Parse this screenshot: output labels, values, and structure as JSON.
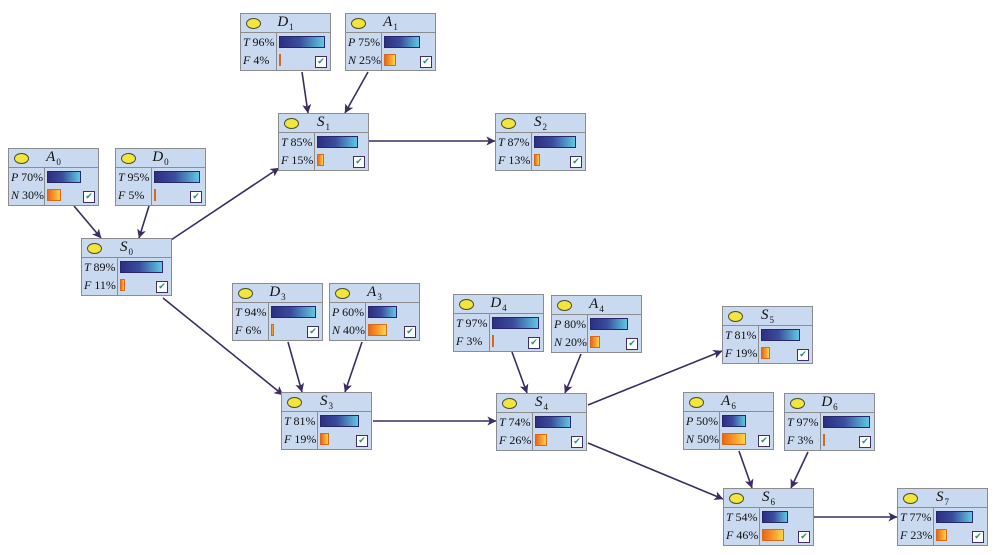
{
  "diagram": {
    "type": "bayesian-network",
    "nodes": [
      {
        "id": "D1",
        "letter": "D",
        "sub": "1",
        "states": [
          {
            "name": "T",
            "pct": 96
          },
          {
            "name": "F",
            "pct": 4
          }
        ]
      },
      {
        "id": "A1",
        "letter": "A",
        "sub": "1",
        "states": [
          {
            "name": "P",
            "pct": 75
          },
          {
            "name": "N",
            "pct": 25
          }
        ]
      },
      {
        "id": "S1",
        "letter": "S",
        "sub": "1",
        "states": [
          {
            "name": "T",
            "pct": 85
          },
          {
            "name": "F",
            "pct": 15
          }
        ]
      },
      {
        "id": "S2",
        "letter": "S",
        "sub": "2",
        "states": [
          {
            "name": "T",
            "pct": 87
          },
          {
            "name": "F",
            "pct": 13
          }
        ]
      },
      {
        "id": "A0",
        "letter": "A",
        "sub": "0",
        "states": [
          {
            "name": "P",
            "pct": 70
          },
          {
            "name": "N",
            "pct": 30
          }
        ]
      },
      {
        "id": "D0",
        "letter": "D",
        "sub": "0",
        "states": [
          {
            "name": "T",
            "pct": 95
          },
          {
            "name": "F",
            "pct": 5
          }
        ]
      },
      {
        "id": "S0",
        "letter": "S",
        "sub": "0",
        "states": [
          {
            "name": "T",
            "pct": 89
          },
          {
            "name": "F",
            "pct": 11
          }
        ]
      },
      {
        "id": "D3",
        "letter": "D",
        "sub": "3",
        "states": [
          {
            "name": "T",
            "pct": 94
          },
          {
            "name": "F",
            "pct": 6
          }
        ]
      },
      {
        "id": "A3",
        "letter": "A",
        "sub": "3",
        "states": [
          {
            "name": "P",
            "pct": 60
          },
          {
            "name": "N",
            "pct": 40
          }
        ]
      },
      {
        "id": "S3",
        "letter": "S",
        "sub": "3",
        "states": [
          {
            "name": "T",
            "pct": 81
          },
          {
            "name": "F",
            "pct": 19
          }
        ]
      },
      {
        "id": "D4",
        "letter": "D",
        "sub": "4",
        "states": [
          {
            "name": "T",
            "pct": 97
          },
          {
            "name": "F",
            "pct": 3
          }
        ]
      },
      {
        "id": "A4",
        "letter": "A",
        "sub": "4",
        "states": [
          {
            "name": "P",
            "pct": 80
          },
          {
            "name": "N",
            "pct": 20
          }
        ]
      },
      {
        "id": "S4",
        "letter": "S",
        "sub": "4",
        "states": [
          {
            "name": "T",
            "pct": 74
          },
          {
            "name": "F",
            "pct": 26
          }
        ]
      },
      {
        "id": "S5",
        "letter": "S",
        "sub": "5",
        "states": [
          {
            "name": "T",
            "pct": 81
          },
          {
            "name": "F",
            "pct": 19
          }
        ]
      },
      {
        "id": "A6",
        "letter": "A",
        "sub": "6",
        "states": [
          {
            "name": "P",
            "pct": 50
          },
          {
            "name": "N",
            "pct": 50
          }
        ]
      },
      {
        "id": "D6",
        "letter": "D",
        "sub": "6",
        "states": [
          {
            "name": "T",
            "pct": 97
          },
          {
            "name": "F",
            "pct": 3
          }
        ]
      },
      {
        "id": "S6",
        "letter": "S",
        "sub": "6",
        "states": [
          {
            "name": "T",
            "pct": 54
          },
          {
            "name": "F",
            "pct": 46
          }
        ]
      },
      {
        "id": "S7",
        "letter": "S",
        "sub": "7",
        "states": [
          {
            "name": "T",
            "pct": 77
          },
          {
            "name": "F",
            "pct": 23
          }
        ]
      }
    ],
    "edges": [
      {
        "from": "D1",
        "to": "S1"
      },
      {
        "from": "A1",
        "to": "S1"
      },
      {
        "from": "S1",
        "to": "S2"
      },
      {
        "from": "A0",
        "to": "S0"
      },
      {
        "from": "D0",
        "to": "S0"
      },
      {
        "from": "S0",
        "to": "S1"
      },
      {
        "from": "S0",
        "to": "S3"
      },
      {
        "from": "D3",
        "to": "S3"
      },
      {
        "from": "A3",
        "to": "S3"
      },
      {
        "from": "S3",
        "to": "S4"
      },
      {
        "from": "D4",
        "to": "S4"
      },
      {
        "from": "A4",
        "to": "S4"
      },
      {
        "from": "S4",
        "to": "S5"
      },
      {
        "from": "S4",
        "to": "S6"
      },
      {
        "from": "A6",
        "to": "S6"
      },
      {
        "from": "D6",
        "to": "S6"
      },
      {
        "from": "S6",
        "to": "S7"
      }
    ],
    "colors": {
      "node_fill": "#c9d9ef",
      "node_border": "#8c8c8c",
      "edge": "#3b2d63",
      "state1_bar": "#2d2f82",
      "state2_bar": "#ef6518",
      "node_marker": "#f2e63a",
      "check": "#2a8f78"
    }
  }
}
